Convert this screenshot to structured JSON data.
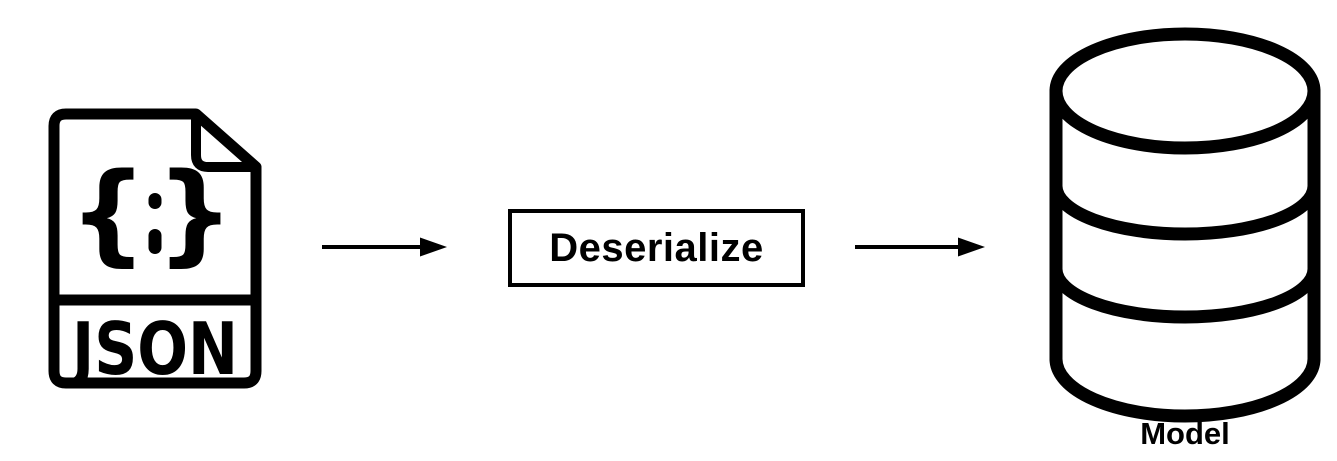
{
  "diagram": {
    "background_color": "#ffffff",
    "stroke_color": "#000000",
    "source": {
      "icon": "json-file-icon",
      "file_type_label": "JSON",
      "brace_left": "{",
      "brace_right": "}"
    },
    "process": {
      "label": "Deserialize"
    },
    "target": {
      "icon": "database-icon",
      "label": "Model"
    },
    "arrows": [
      {
        "name": "arrow-json-to-deserialize",
        "direction": "right"
      },
      {
        "name": "arrow-deserialize-to-model",
        "direction": "right"
      }
    ]
  }
}
